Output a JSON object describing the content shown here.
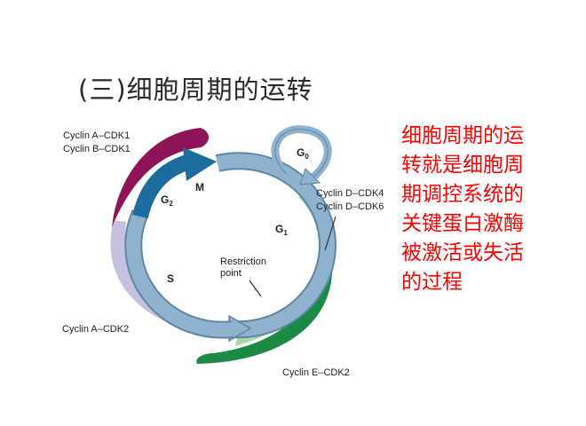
{
  "title": "(三)细胞周期的运转",
  "diagram": {
    "phases": {
      "g0": "G",
      "g0_sub": "0",
      "g1": "G",
      "g1_sub": "1",
      "g2": "G",
      "g2_sub": "2",
      "m": "M",
      "s": "S"
    },
    "restriction_point": [
      "Restriction",
      "point"
    ],
    "cyclins": {
      "ab_line1": "Cyclin A–CDK1",
      "ab_line2": "Cyclin B–CDK1",
      "d_line1": "Cyclin D–CDK4",
      "d_line2": "Cyclin D–CDK6",
      "a2": "Cyclin A–CDK2",
      "e2": "Cyclin E–CDK2"
    },
    "colors": {
      "cycle_ring": "#8fb3cf",
      "cycle_ring_edge": "#5f86a6",
      "arrow_m": "#1d6c9e",
      "cyclin_ab": "#8e1457",
      "cyclin_d": "#a9d9a7",
      "cyclin_a2": "#c7c1e0",
      "cyclin_e2": "#1a8a45"
    }
  },
  "caption": {
    "lines": [
      "细胞周期的运",
      "转就是细胞周",
      "期调控系统的",
      "关键蛋白激酶",
      "被激活或失活",
      "的过程"
    ],
    "color": "#ff0000"
  }
}
